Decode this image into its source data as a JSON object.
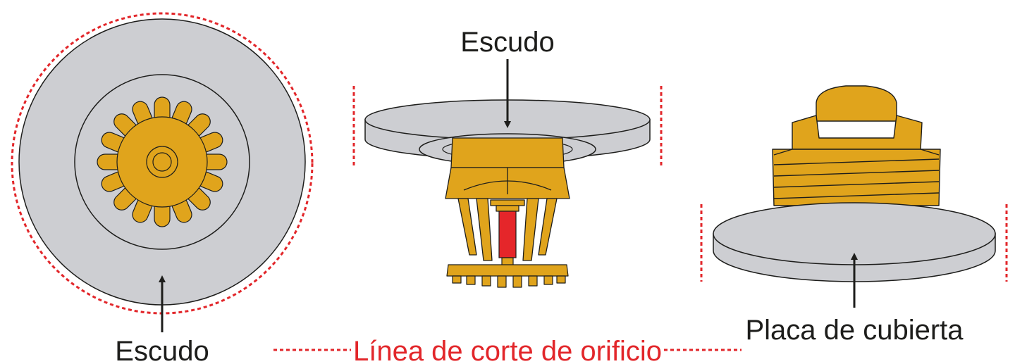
{
  "colors": {
    "escutcheon_fill": "#cdced2",
    "brass_fill": "#e0a41c",
    "bulb_fill": "#e5262a",
    "outline": "#1d1d1b",
    "cut_line": "#e2262a",
    "label_text": "#1d1d1b"
  },
  "labels": {
    "left_escudo": "Escudo",
    "center_escudo": "Escudo",
    "cover_plate": "Placa de cubierta",
    "cut_line": "Línea de corte de orificio"
  },
  "icons": [
    "arrow-icon",
    "sprinkler-icon",
    "concealed-sprinkler-icon"
  ]
}
